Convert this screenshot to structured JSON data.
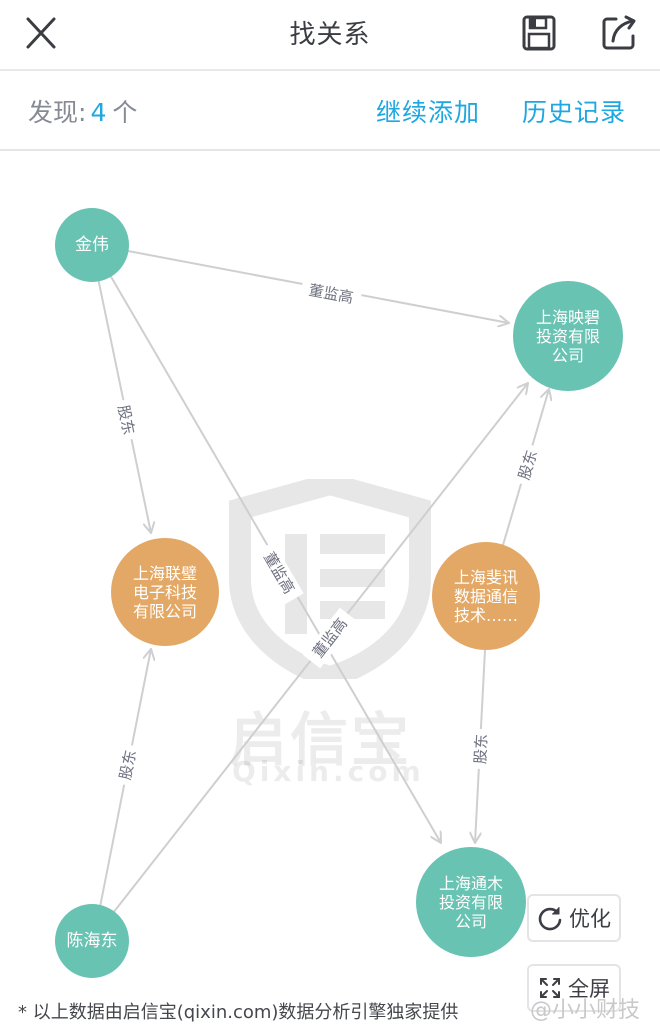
{
  "header": {
    "title": "找关系",
    "close_icon": "close-icon",
    "save_icon": "floppy-disk-icon",
    "share_icon": "share-export-icon"
  },
  "subbar": {
    "found_label": "发现:",
    "found_count": "4",
    "found_unit": "个",
    "add_more_label": "继续添加",
    "history_label": "历史记录"
  },
  "colors": {
    "accent": "#1fa7e0",
    "person_node": "#69c3b3",
    "company_node_teal": "#69c3b3",
    "company_node_orange": "#e3a865",
    "edge": "#cfcfd1",
    "edge_label": "#6e7180"
  },
  "graph": {
    "nodes": [
      {
        "id": "jinwei",
        "label": "金伟",
        "lines": [
          "金伟"
        ],
        "type": "person",
        "color": "#69c3b3"
      },
      {
        "id": "yingbi",
        "label": "上海映碧投资有限公司",
        "lines": [
          "上海映碧",
          "投资有限",
          "公司"
        ],
        "type": "company",
        "color": "#69c3b3"
      },
      {
        "id": "lianbi",
        "label": "上海联璧电子科技有限公司",
        "lines": [
          "上海联璧",
          "电子科技",
          "有限公司"
        ],
        "type": "company",
        "color": "#e3a865"
      },
      {
        "id": "feixun",
        "label": "上海斐讯数据通信技术……",
        "lines": [
          "上海斐讯",
          "数据通信",
          "技术……"
        ],
        "type": "company",
        "color": "#e3a865"
      },
      {
        "id": "tongmu",
        "label": "上海通木投资有限公司",
        "lines": [
          "上海通木",
          "投资有限",
          "公司"
        ],
        "type": "company",
        "color": "#69c3b3"
      },
      {
        "id": "chenhaidong",
        "label": "陈海东",
        "lines": [
          "陈海东"
        ],
        "type": "person",
        "color": "#69c3b3"
      }
    ],
    "edges": [
      {
        "from": "jinwei",
        "to": "yingbi",
        "label": "董监高"
      },
      {
        "from": "jinwei",
        "to": "lianbi",
        "label": "股东"
      },
      {
        "from": "jinwei",
        "to": "tongmu",
        "label": "董监高"
      },
      {
        "from": "chenhaidong",
        "to": "yingbi",
        "label": "董监高"
      },
      {
        "from": "chenhaidong",
        "to": "lianbi",
        "label": "股东"
      },
      {
        "from": "feixun",
        "to": "yingbi",
        "label": "股东"
      },
      {
        "from": "feixun",
        "to": "tongmu",
        "label": "股东"
      }
    ]
  },
  "watermark": {
    "brand": "启信宝",
    "domain": "Qixin.com"
  },
  "buttons": {
    "optimize_label": "优化",
    "optimize_icon": "refresh-icon",
    "fullscreen_label": "全屏",
    "fullscreen_icon": "expand-icon"
  },
  "footer": {
    "note": "* 以上数据由启信宝(qixin.com)数据分析引擎独家提供",
    "weibo_watermark": "@小小财技"
  }
}
